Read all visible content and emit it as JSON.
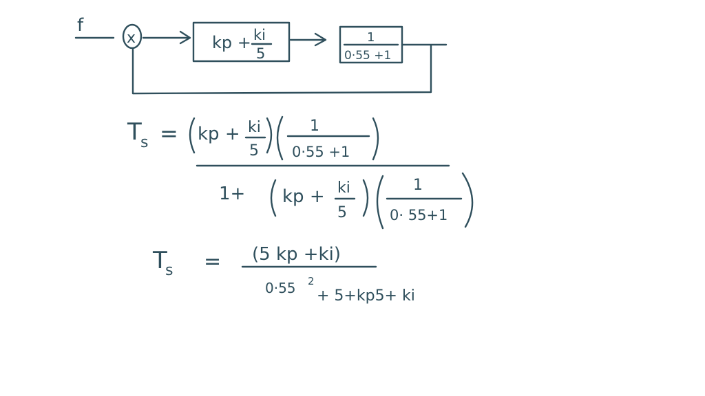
{
  "diagram": {
    "input_label": "f",
    "summing_label": "x",
    "controller": {
      "numerator": "kp + ",
      "frac_num": "ki",
      "frac_den": "5"
    },
    "plant": {
      "numerator": "1",
      "denominator": "0·55 +1"
    }
  },
  "equation1": {
    "lhs": "T",
    "lhs_sub": "s",
    "eq": "=",
    "num_term1": "kp +",
    "num_ki": "ki",
    "num_five": "5",
    "num_frac_num": "1",
    "num_frac_den": "0·55 +1",
    "den_prefix": "1+",
    "den_term1": "kp +",
    "den_ki": "ki",
    "den_five": "5",
    "den_frac_num": "1",
    "den_frac_den": "0· 55+1"
  },
  "equation2": {
    "lhs": "T",
    "lhs_sub": "s",
    "eq": "=",
    "numerator": "(5 kp +ki)",
    "den_part1": "0·55",
    "den_exp": "2",
    "den_part2": "+ 5+kp5+ ki"
  },
  "colors": {
    "ink": "#2f4f5c",
    "background": "#ffffff"
  }
}
